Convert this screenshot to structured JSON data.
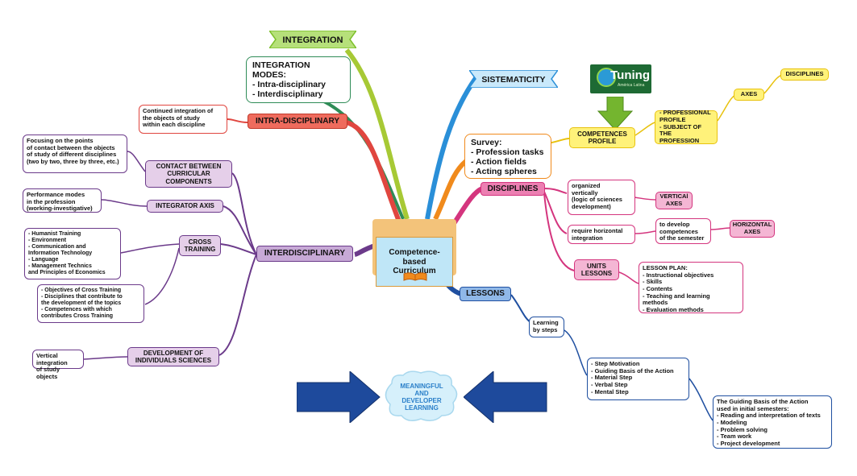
{
  "center": {
    "title": "Competence-\nbased\nCurriculum"
  },
  "integration": {
    "label": "INTEGRATION",
    "modes": "INTEGRATION\nMODES:\n- Intra-disciplinary\n- Interdisciplinary"
  },
  "intra": {
    "label": "INTRA-DISCIPLINARY",
    "note": "Continued integration of\nthe objects of study\nwithin each discipline"
  },
  "inter": {
    "label": "INTERDISCIPLINARY",
    "contact": {
      "label": "CONTACT BETWEEN\nCURRICULAR\nCOMPONENTS",
      "note": "Focusing on the points\nof contact between the objects\nof study of different disciplines\n(two by two, three by three, etc.)"
    },
    "axis": {
      "label": "INTEGRATOR AXIS",
      "note": "Performance modes\nin the profession\n(working-investigative)"
    },
    "cross": {
      "label": "CROSS\nTRAINING",
      "note1": "- Humanist Training\n- Environment\n- Communication and\nInformation Technology\n- Language\n- Management Technics\nand Principles of Economics",
      "note2": "- Objectives of Cross Training\n- Disciplines that contribute to\nthe development of the topics\n- Competences with which\ncontributes Cross Training"
    },
    "development": {
      "label": "DEVELOPMENT OF\nINDIVIDUALS SCIENCES",
      "note": "Vertical integration\nof study objects"
    }
  },
  "sistematicity": {
    "label": "SISTEMATICITY"
  },
  "tuning": {
    "logo_text": "Tuning",
    "logo_sub": "América Latina"
  },
  "competences": {
    "label": "COMPETENCES\nPROFILE",
    "profile": "- PROFESSIONAL\nPROFILE\n- SUBJECT OF\nTHE PROFESSION",
    "axes": "AXES",
    "disciplines_tag": "DISCIPLINES"
  },
  "survey": {
    "text": "Survey:\n- Profession tasks\n- Action fields\n- Acting spheres"
  },
  "disciplines": {
    "label": "DISCIPLINES",
    "organized": "organized\nvertically\n(logic of sciences\ndevelopment)",
    "vertical_axes": "VERTICAl\nAXES",
    "require": "require horizontal\nintegration",
    "develop": "to develop\ncompetences\nof the semester",
    "horizontal_axes": "HORIZONTAL\nAXES",
    "units": "UNITS\nLESSONS",
    "lesson_plan": "LESSON PLAN:\n- Instructional objectives\n- Skills\n- Contents\n- Teaching and learning\nmethods\n- Evaluation methods"
  },
  "lessons": {
    "label": "LESSONS",
    "steps": "Learning\nby steps",
    "step_list": "- Step Motivation\n- Guiding Basis of the Action\n- Material Step\n- Verbal Step\n- Mental Step",
    "guiding": "The Guiding Basis of the Action\nused in initial semesters:\n- Reading and interpretation of texts\n- Modeling\n- Problem solving\n- Team work\n- Project development"
  },
  "learning": {
    "text": "MEANINGFUL\nAND\nDEVELOPER\nLEARNING"
  },
  "colors": {
    "integration": "#7cbf2a",
    "intra": "#e0463f",
    "inter": "#6b3a8a",
    "sistematicity": "#2a8fd8",
    "survey": "#f08a1c",
    "disciplines": "#d4357e",
    "lessons": "#1f4fa0",
    "arrow": "#1e4a9c"
  }
}
